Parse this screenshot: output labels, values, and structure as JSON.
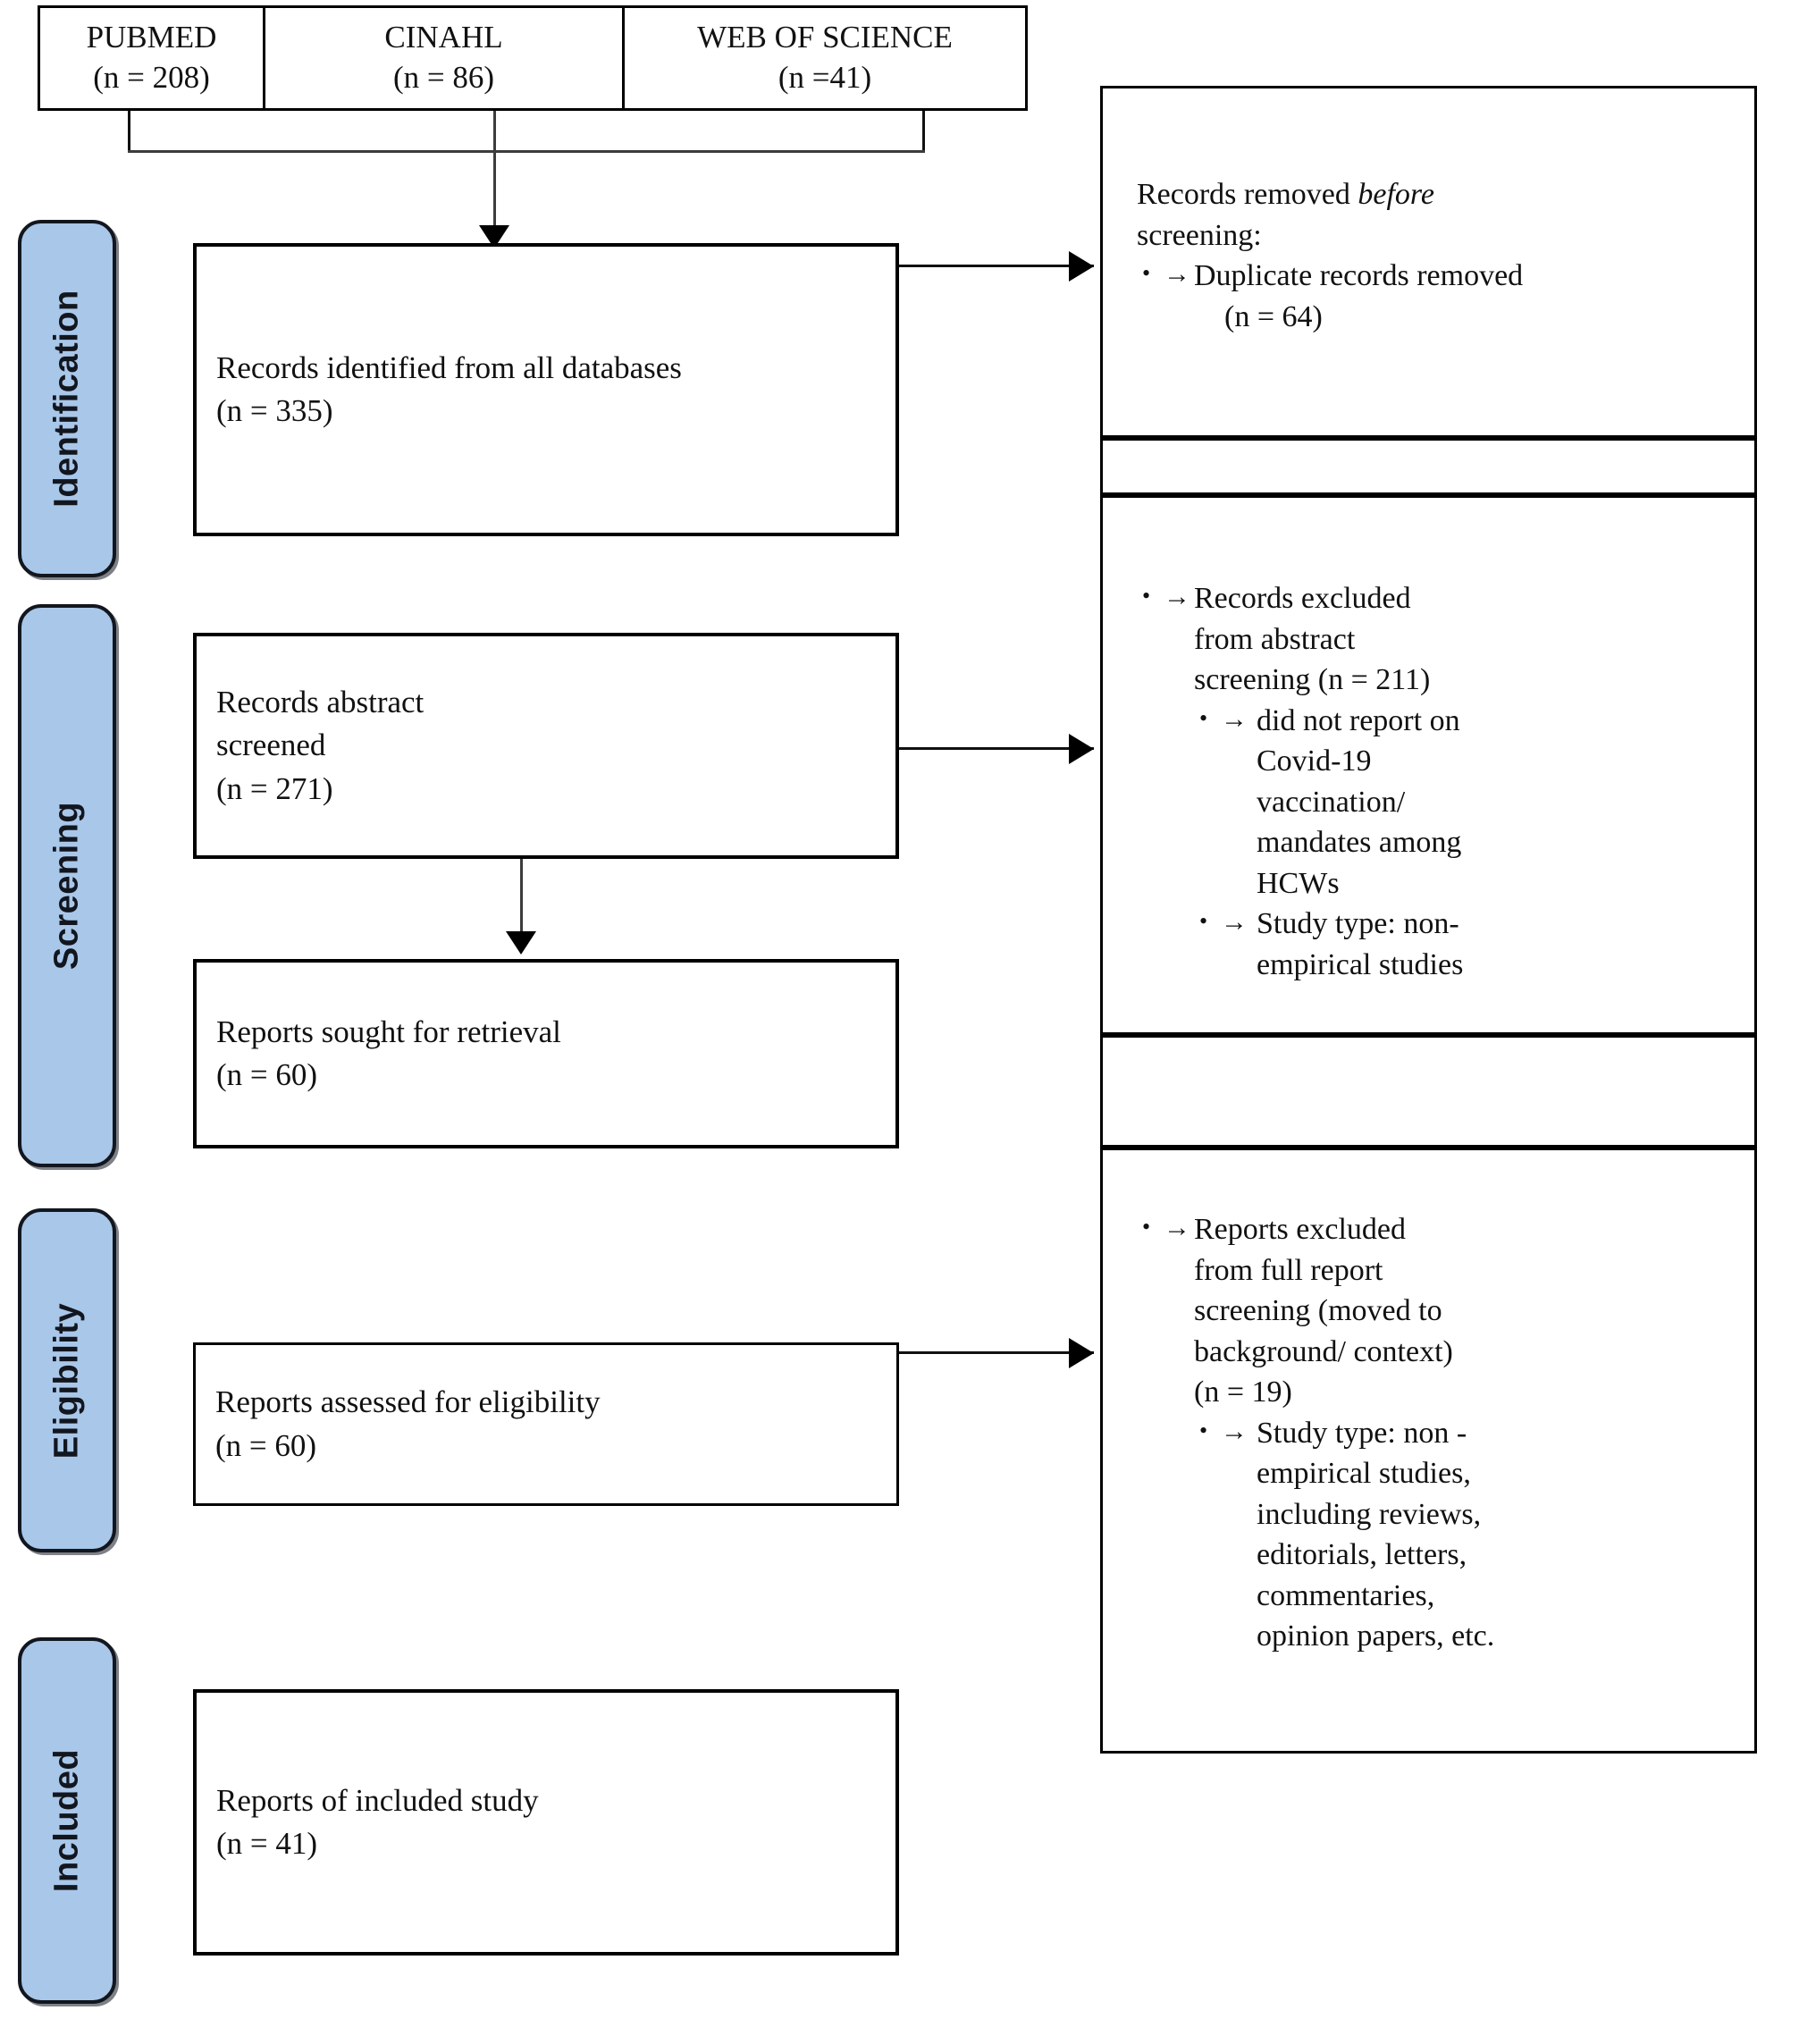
{
  "diagram": {
    "title": "PRISMA flow diagram",
    "accent_color": "#a9c7e9",
    "border_color": "#000000"
  },
  "sources": {
    "items": [
      {
        "name": "PUBMED",
        "count": "(n = 208)"
      },
      {
        "name": "CINAHL",
        "count": "(n = 86)"
      },
      {
        "name": "WEB OF SCIENCE",
        "count": "(n =41)"
      }
    ]
  },
  "phases": [
    {
      "label": "Identification"
    },
    {
      "label": "Screening"
    },
    {
      "label": "Eligibility"
    },
    {
      "label": "Included"
    }
  ],
  "flow": {
    "identified": {
      "line1": "Records identified from all databases",
      "line2": "(n = 335)"
    },
    "abstract_screened": {
      "line1": "Records abstract",
      "line2": "screened",
      "line3": "(n = 271)"
    },
    "sought": {
      "line1": "Reports sought for retrieval",
      "line2": "(n = 60)"
    },
    "assessed": {
      "line1": "Reports assessed for eligibility",
      "line2": "(n = 60)"
    },
    "included": {
      "line1": "Reports of included study",
      "line2": "(n = 41)"
    }
  },
  "exclusions": {
    "before_screening": {
      "heading_plain": "Records removed ",
      "heading_italic_1": "before",
      "heading_italic_2": "screening:",
      "bullet_arrow": "→",
      "bullet_line1": "Duplicate records removed",
      "bullet_line2": "(n = 64)"
    },
    "abstract_excluded": {
      "bullet_arrow": "→",
      "line1": "Records excluded",
      "line2": "from abstract",
      "line3": "screening (n = 211)",
      "sub": [
        {
          "arrow": "→",
          "lines": [
            "did not report on",
            "Covid-19",
            "vaccination/",
            "mandates among",
            "HCWs"
          ]
        },
        {
          "arrow": "→",
          "lines": [
            "Study type: non-",
            "empirical studies"
          ]
        }
      ]
    },
    "full_report_excluded": {
      "bullet_arrow": "→",
      "line1": "Reports excluded",
      "line2": "from full report",
      "line3": "screening (moved to",
      "line4": "background/ context)",
      "line5": "(n = 19)",
      "sub": [
        {
          "arrow": "→",
          "lines": [
            "Study type: non -",
            "empirical studies,",
            "including reviews,",
            "editorials, letters,",
            "commentaries,",
            "opinion papers, etc."
          ]
        }
      ]
    }
  }
}
